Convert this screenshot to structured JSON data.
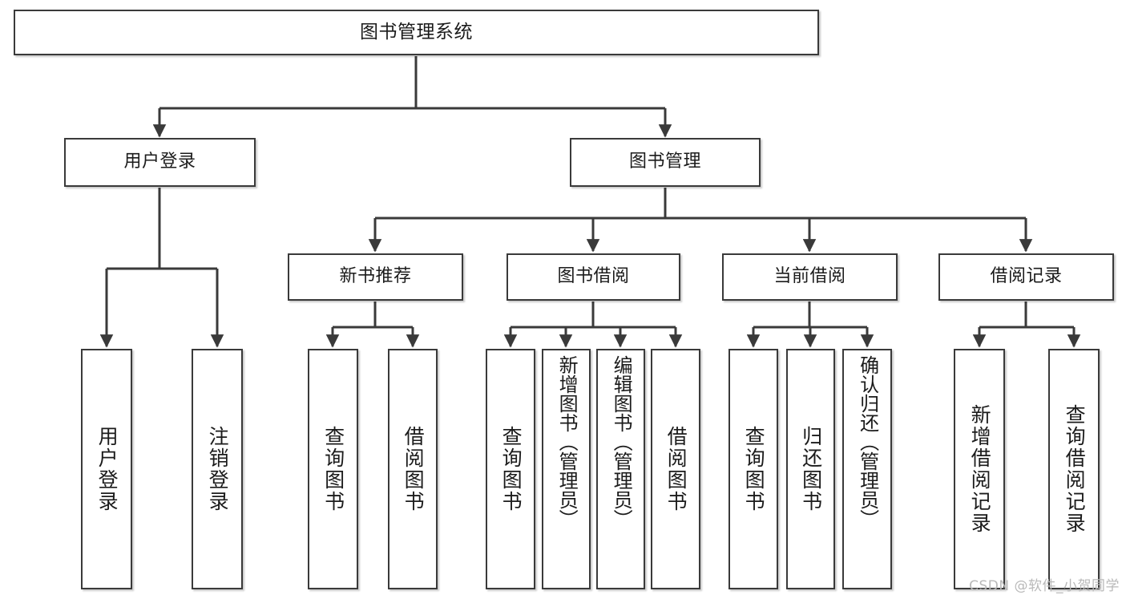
{
  "diagram": {
    "title": "图书管理系统",
    "watermark": "CSDN @软件_小贺同学",
    "edge_color": "#3a3a3a",
    "box_border_color": "#3a3a3a",
    "background_color": "#ffffff",
    "text_color": "#1b1b1b"
  },
  "nodes": {
    "root": {
      "label": "图书管理系统"
    },
    "level2": [
      {
        "label": "用户登录"
      },
      {
        "label": "图书管理"
      }
    ],
    "level3": [
      {
        "label": "新书推荐"
      },
      {
        "label": "图书借阅"
      },
      {
        "label": "当前借阅"
      },
      {
        "label": "借阅记录"
      }
    ],
    "leaves": [
      {
        "label": "用户登录"
      },
      {
        "label": "注销登录"
      },
      {
        "label": "查询图书"
      },
      {
        "label": "借阅图书"
      },
      {
        "label": "查询图书"
      },
      {
        "label": "新增图书（管理员）"
      },
      {
        "label": "编辑图书（管理员）"
      },
      {
        "label": "借阅图书"
      },
      {
        "label": "查询图书"
      },
      {
        "label": "归还图书"
      },
      {
        "label": "确认归还（管理员）"
      },
      {
        "label": "新增借阅记录"
      },
      {
        "label": "查询借阅记录"
      }
    ]
  },
  "chart_data": {
    "type": "diagram",
    "diagram_kind": "tree / functional-structure-chart",
    "orientation": "top-down",
    "title": "图书管理系统",
    "tree": {
      "name": "图书管理系统",
      "children": [
        {
          "name": "用户登录",
          "children": [
            {
              "name": "用户登录"
            },
            {
              "name": "注销登录"
            }
          ]
        },
        {
          "name": "图书管理",
          "children": [
            {
              "name": "新书推荐",
              "children": [
                {
                  "name": "查询图书"
                },
                {
                  "name": "借阅图书"
                }
              ]
            },
            {
              "name": "图书借阅",
              "children": [
                {
                  "name": "查询图书"
                },
                {
                  "name": "新增图书（管理员）"
                },
                {
                  "name": "编辑图书（管理员）"
                },
                {
                  "name": "借阅图书"
                }
              ]
            },
            {
              "name": "当前借阅",
              "children": [
                {
                  "name": "查询图书"
                },
                {
                  "name": "归还图书"
                },
                {
                  "name": "确认归还（管理员）"
                }
              ]
            },
            {
              "name": "借阅记录",
              "children": [
                {
                  "name": "新增借阅记录"
                },
                {
                  "name": "查询借阅记录"
                }
              ]
            }
          ]
        }
      ]
    }
  }
}
